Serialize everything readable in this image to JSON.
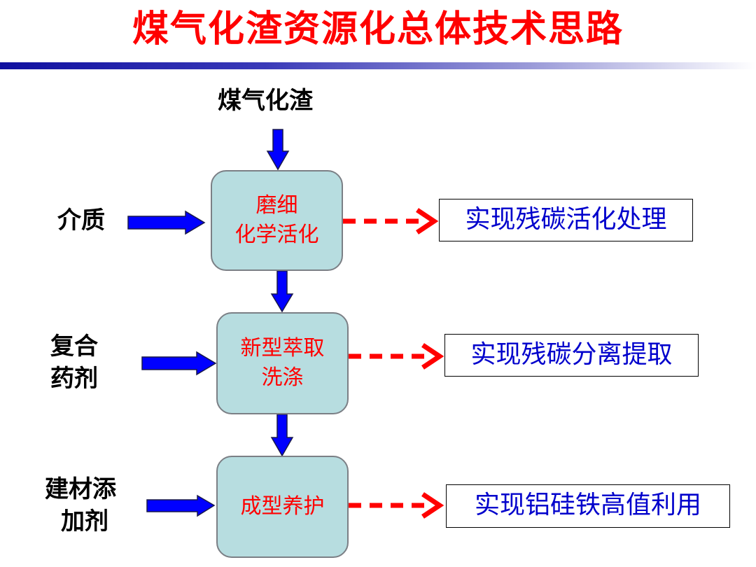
{
  "title": "煤气化渣资源化总体技术思路",
  "input": "煤气化渣",
  "side_inputs": {
    "medium": "介质",
    "compound_1": "复合",
    "compound_2": "药剂",
    "building_1": "建材添",
    "building_2": "加剂"
  },
  "steps": [
    {
      "line1": "磨细",
      "line2": "化学活化"
    },
    {
      "line1": "新型萃取",
      "line2": "洗涤"
    },
    {
      "line1": "成型养护"
    }
  ],
  "outcomes": [
    "实现残碳活化处理",
    "实现残碳分离提取",
    "实现铝硅铁高值利用"
  ],
  "colors": {
    "title": "#ff0000",
    "process_fill": "#b7dde0",
    "process_text": "#ff0000",
    "outcome_text": "#0000cc",
    "input_arrow": "#0000ff",
    "output_arrow": "#ff0000"
  },
  "icons": {
    "input_arrow": "blue-solid-arrow",
    "output_arrow": "red-dashed-arrow"
  }
}
